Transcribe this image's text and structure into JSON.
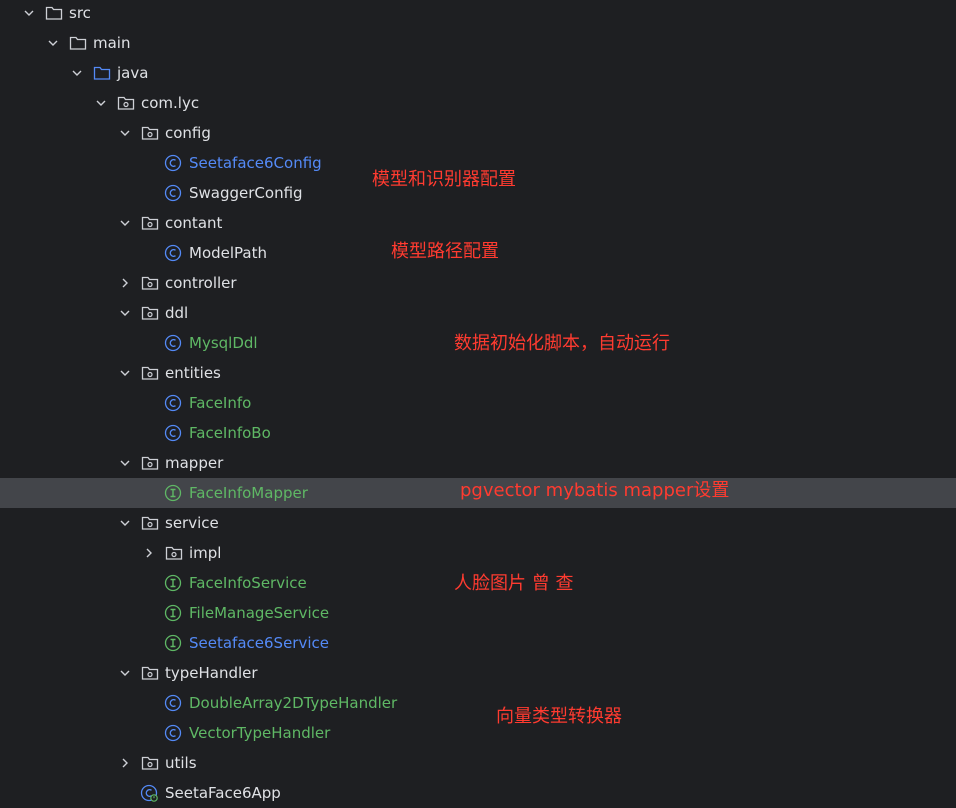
{
  "colors": {
    "background": "#1e1f22",
    "selected_row": "#43454a",
    "text": "#dfe1e5",
    "modified_blue": "#548af7",
    "added_green": "#5fb865",
    "annotation_red": "#ff3b30"
  },
  "tree": {
    "src": "src",
    "main": "main",
    "java": "java",
    "package": "com.lyc",
    "config": "config",
    "seetaface6config": "Seetaface6Config",
    "swaggerconfig": "SwaggerConfig",
    "contant": "contant",
    "modelpath": "ModelPath",
    "controller": "controller",
    "ddl": "ddl",
    "mysqlddl": "MysqlDdl",
    "entities": "entities",
    "faceinfo": "FaceInfo",
    "faceinfobo": "FaceInfoBo",
    "mapper": "mapper",
    "faceinfomapper": "FaceInfoMapper",
    "service": "service",
    "impl": "impl",
    "faceinfoservice": "FaceInfoService",
    "filemanageservice": "FileManageService",
    "seetaface6service": "Seetaface6Service",
    "typehandler": "typeHandler",
    "doublearray2dtypehandler": "DoubleArray2DTypeHandler",
    "vectortypehandler": "VectorTypeHandler",
    "utils": "utils",
    "seetaface6app": "SeetaFace6App"
  },
  "annotations": {
    "config_note": "模型和识别器配置",
    "contant_note": "模型路径配置",
    "ddl_note": "数据初始化脚本，自动运行",
    "mapper_note": "pgvector mybatis mapper设置",
    "service_note": "人脸图片 曾 查",
    "typehandler_note": "向量类型转换器"
  }
}
